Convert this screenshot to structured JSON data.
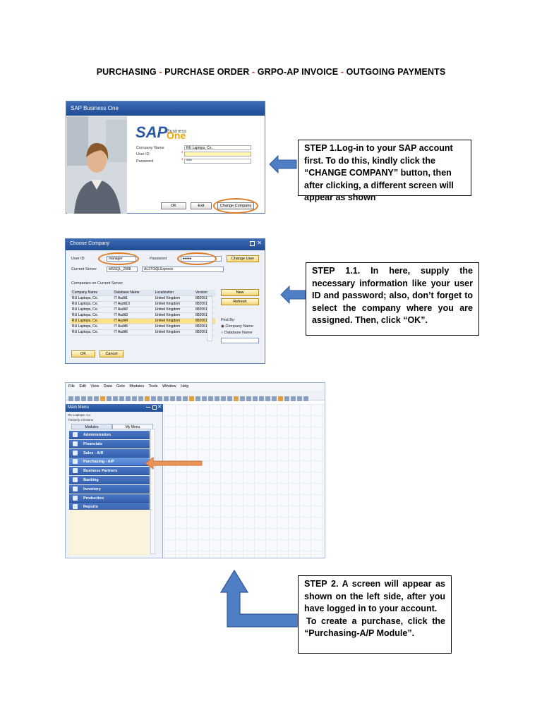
{
  "title": {
    "part1": "PURCHASING",
    "part2": "PURCHASE ORDER",
    "part3": "GRPO-AP INVOICE",
    "part4": "OUTGOING PAYMENTS",
    "sep": " - "
  },
  "login_window": {
    "title": "SAP Business One",
    "logo_sap": "SAP",
    "logo_business": "Business",
    "logo_one": "One",
    "company_label": "Company Name",
    "company_value": "RU Laptops, Co.",
    "user_label": "User ID",
    "password_label": "Password",
    "password_value": "****",
    "ok": "OK",
    "exit": "Exit",
    "change_company": "Change Company"
  },
  "step1": {
    "lead": "STEP 1.",
    "text": "Log-in to your SAP account first. To do this, kindly click the “CHANGE COMPANY” button, then after clicking, a different screen will appear as shown"
  },
  "choose_company": {
    "title": "Choose Company",
    "user_label": "User ID",
    "user_value": "manager",
    "password_label": "Password",
    "password_value": "●●●●",
    "change_user": "Change User",
    "server_label": "Current Server",
    "server_value": "MSSQL_2008",
    "server_instance": "AL27\\SQLExpress",
    "companies_caption": "Companies on Current Server",
    "columns": [
      "Company Name",
      "Database Name",
      "Localization",
      "Version"
    ],
    "rows": [
      [
        "RU Laptops, Co.",
        "IT Audit1",
        "United Kingdom",
        "882061"
      ],
      [
        "RU Laptops, Co.",
        "IT Audit10",
        "United Kingdom",
        "882061"
      ],
      [
        "RU Laptops, Co.",
        "IT Audit2",
        "United Kingdom",
        "882061"
      ],
      [
        "RU Laptops, Co.",
        "IT Audit3",
        "United Kingdom",
        "882061"
      ],
      [
        "RU Laptops, Co.",
        "IT Audit4",
        "United Kingdom",
        "882061"
      ],
      [
        "RU Laptops, Co.",
        "IT Audit5",
        "United Kingdom",
        "882061"
      ],
      [
        "RU Laptops, Co.",
        "IT Audit6",
        "United Kingdom",
        "882061"
      ]
    ],
    "selected_row": 4,
    "new": "New",
    "refresh": "Refresh",
    "find_by": "Find By:",
    "opt_company": "Company Name",
    "opt_database": "Database Name",
    "ok": "OK",
    "cancel": "Cancel"
  },
  "step1_1": {
    "lead": "STEP 1.1.",
    "text": "In here, supply the necessary information like your user ID and password; also, don’t forget to select the company where you are assigned. Then, click “OK”."
  },
  "main_menu": {
    "menubar": [
      "File",
      "Edit",
      "View",
      "Data",
      "Goto",
      "Modules",
      "Tools",
      "Window",
      "Help"
    ],
    "panel_title": "Main Menu",
    "company": "RU Laptops, Co.",
    "user": "Timberly Christine",
    "tab_modules": "Modules",
    "tab_mymenu": "My Menu",
    "items": [
      {
        "label": "Administration"
      },
      {
        "label": "Financials"
      },
      {
        "label": "Sales - A/R"
      },
      {
        "label": "Purchasing - A/P"
      },
      {
        "label": "Business Partners"
      },
      {
        "label": "Banking"
      },
      {
        "label": "Inventory"
      },
      {
        "label": "Production"
      },
      {
        "label": "Reports"
      }
    ]
  },
  "step2": {
    "lead": "STEP 2.",
    "text1": "A screen will appear as shown on the left side, after you have logged in to your account.",
    "text2": "To create a purchase, click the “Purchasing-A/P Module”."
  },
  "colors": {
    "arrow_blue": "#4f7ec4",
    "arrow_orange": "#e8945a",
    "highlight_orange": "#e07b22",
    "title_red": "#c0392b"
  }
}
